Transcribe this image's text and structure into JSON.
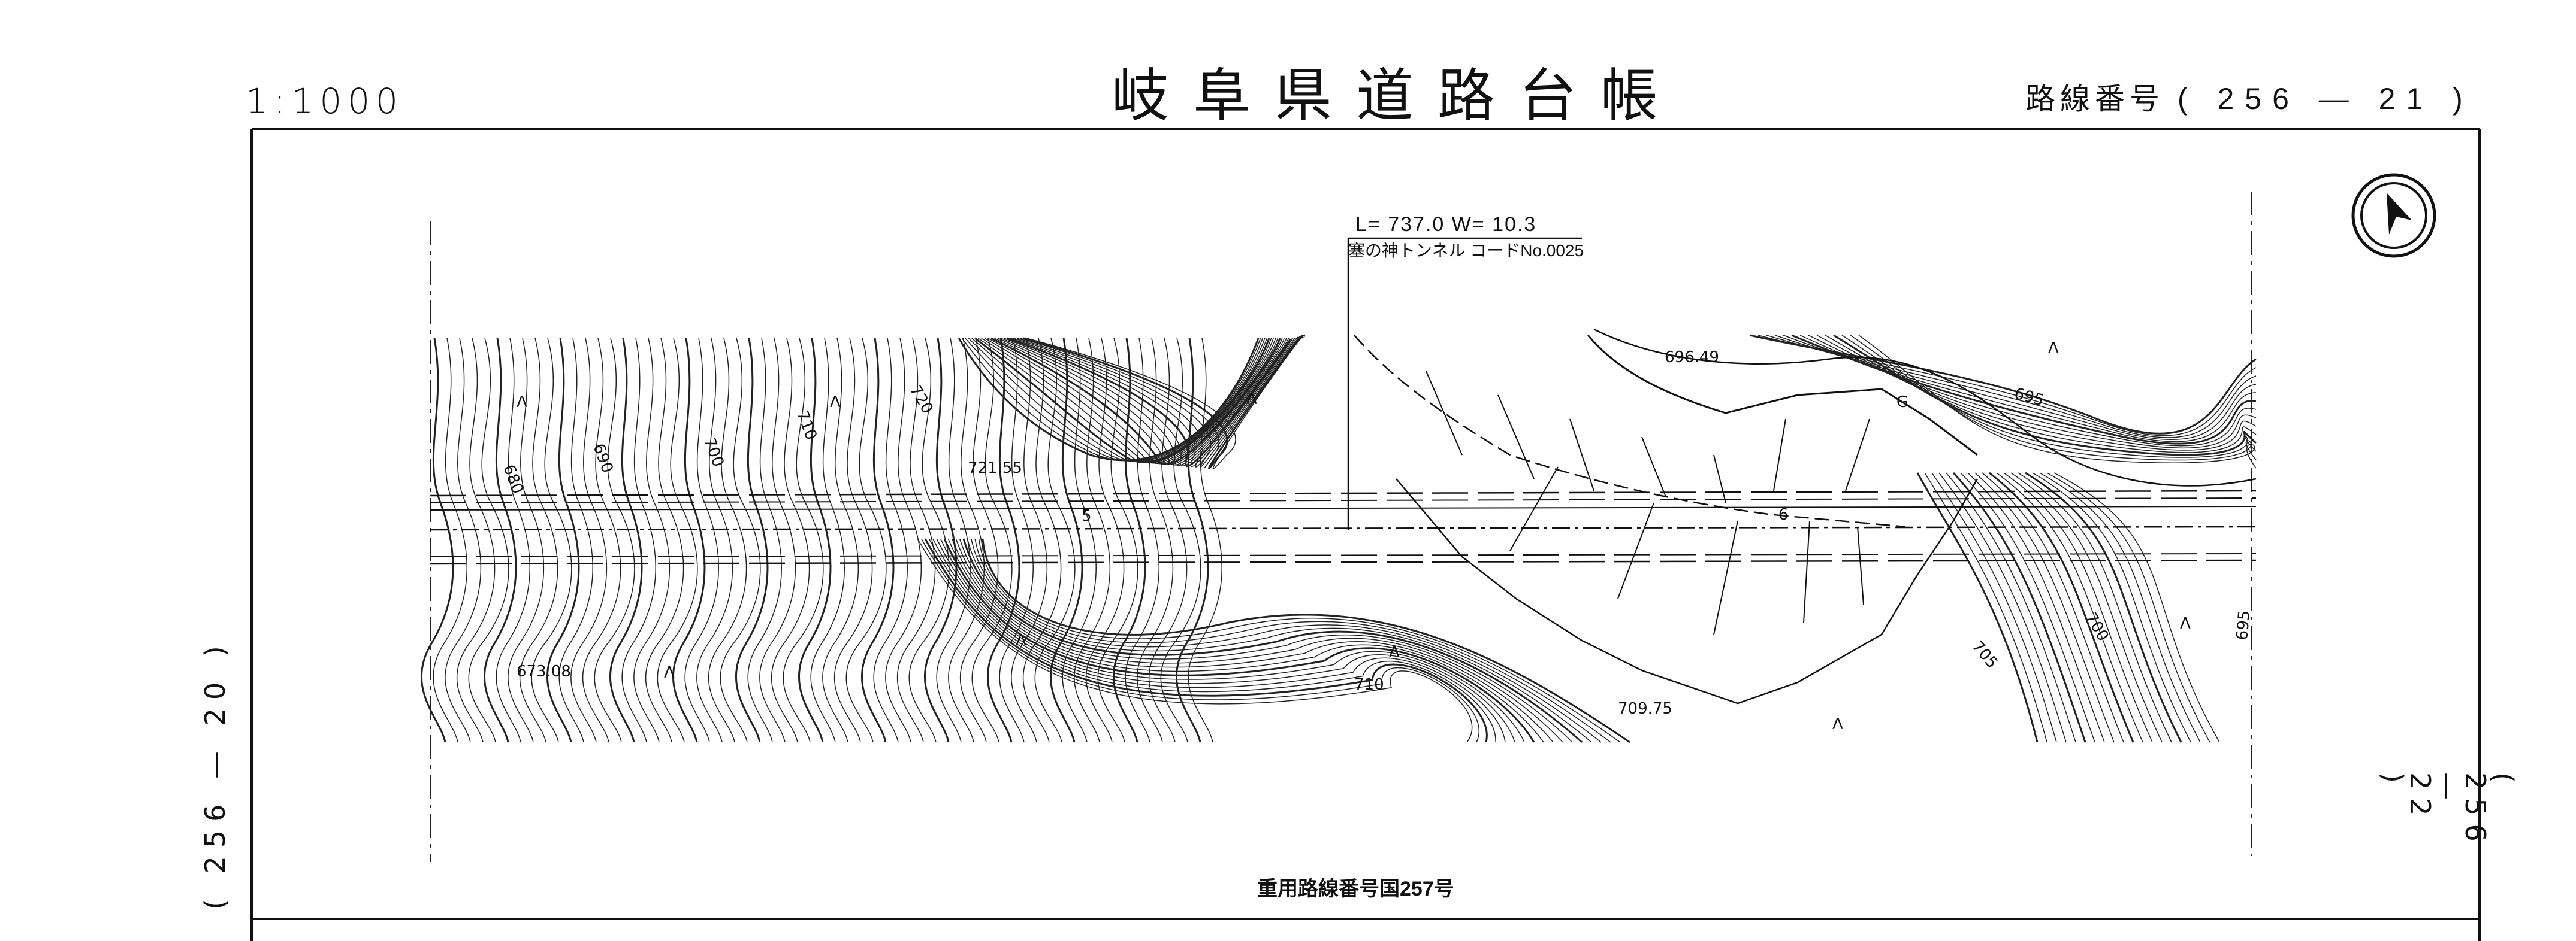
{
  "header": {
    "scale": "1:1000",
    "title": "岐阜県道路台帳",
    "route_label": "路線番号",
    "route_number": "( 256 — 21 )"
  },
  "map": {
    "tunnel": {
      "length_width": "L= 737.0  W= 10.3",
      "name": "塞の神トンネル コードNo.0025"
    },
    "contour_labels": [
      "680",
      "690",
      "700",
      "710",
      "720",
      "710",
      "695",
      "700",
      "705",
      "695"
    ],
    "spot_heights": [
      "721.55",
      "673.08",
      "696.49",
      "709.75"
    ],
    "station_labels": [
      "5",
      "6"
    ],
    "symbols": [
      "Λ",
      "G"
    ],
    "north_arrow": "north-arrow-icon",
    "shared_route": "重用路線番号国257号"
  },
  "edges": {
    "left_sheet": "( 256 — 20 )",
    "right_sheet": "( 256 — 22 )"
  }
}
